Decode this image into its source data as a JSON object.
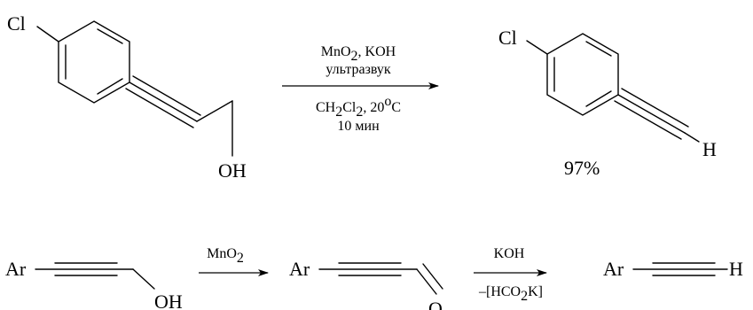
{
  "reaction_top": {
    "reactant_atoms": {
      "cl": "Cl",
      "oh": "OH"
    },
    "conditions_above": {
      "line1_a": "MnO",
      "line1_sub": "2",
      "line1_b": ", KOH",
      "line2": "ультразвук"
    },
    "conditions_below": {
      "line1_a": "CH",
      "line1_sub1": "2",
      "line1_b": "Cl",
      "line1_sub2": "2",
      "line1_c": ", 20",
      "line1_sup": "o",
      "line1_d": "C",
      "line2": "10 мин"
    },
    "product_atoms": {
      "cl": "Cl",
      "h": "H"
    },
    "yield": "97%"
  },
  "mechanism": {
    "start": {
      "ar": "Ar",
      "oh": "OH"
    },
    "step1_reagent": {
      "a": "MnO",
      "sub": "2"
    },
    "intermediate": {
      "ar": "Ar",
      "o": "O"
    },
    "step2_above": "KOH",
    "step2_below": {
      "a": "–[HCO",
      "sub": "2",
      "b": "K]"
    },
    "product": {
      "ar": "Ar",
      "h": "H"
    }
  }
}
